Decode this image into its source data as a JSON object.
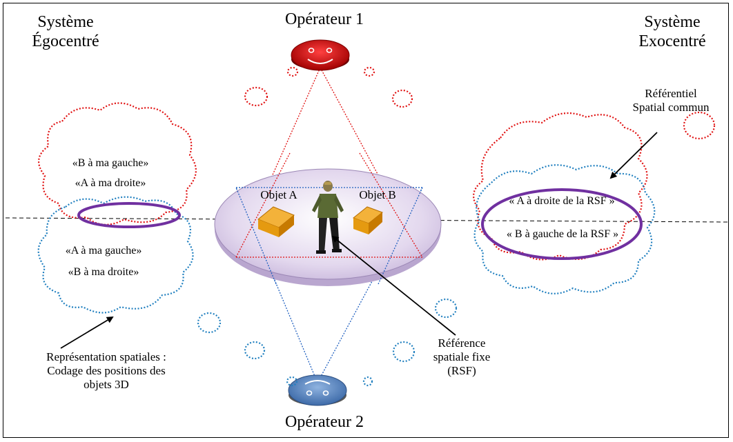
{
  "labels": {
    "systeme_ego_line1": "Système",
    "systeme_ego_line2": "Égocentré",
    "systeme_exo_line1": "Système",
    "systeme_exo_line2": "Exocentré",
    "operateur1": "Opérateur 1",
    "operateur2": "Opérateur 2",
    "referentiel_line1": "Référentiel",
    "referentiel_line2": "Spatial commun",
    "objet_a": "Objet A",
    "objet_b": "Objet B",
    "ego_red_line1": "«B à ma gauche»",
    "ego_red_line2": "«A à ma droite»",
    "ego_blue_line1": "«A à ma gauche»",
    "ego_blue_line2": "«B à ma droite»",
    "exo_line1": "« A à droite de la RSF »",
    "exo_line2": "« B à gauche de la RSF »",
    "rsf_line1": "Référence",
    "rsf_line2": "spatiale fixe",
    "rsf_line3": "(RSF)",
    "repr_line1": "Représentation spatiales :",
    "repr_line2": "Codage des positions des",
    "repr_line3": "objets 3D"
  },
  "colors": {
    "operator1": "#c00000",
    "operator2": "#4f7fbf",
    "red_dots": "#e01010",
    "blue_dots": "#1f7fbf",
    "purple_ellipse": "#7030a0",
    "table_fill": "#d9cde6",
    "object_fill": "#e59a10"
  },
  "icons": {
    "operator1": "happy-face-disc-icon",
    "operator2": "sad-face-disc-icon",
    "center_figure": "standing-person-icon"
  }
}
